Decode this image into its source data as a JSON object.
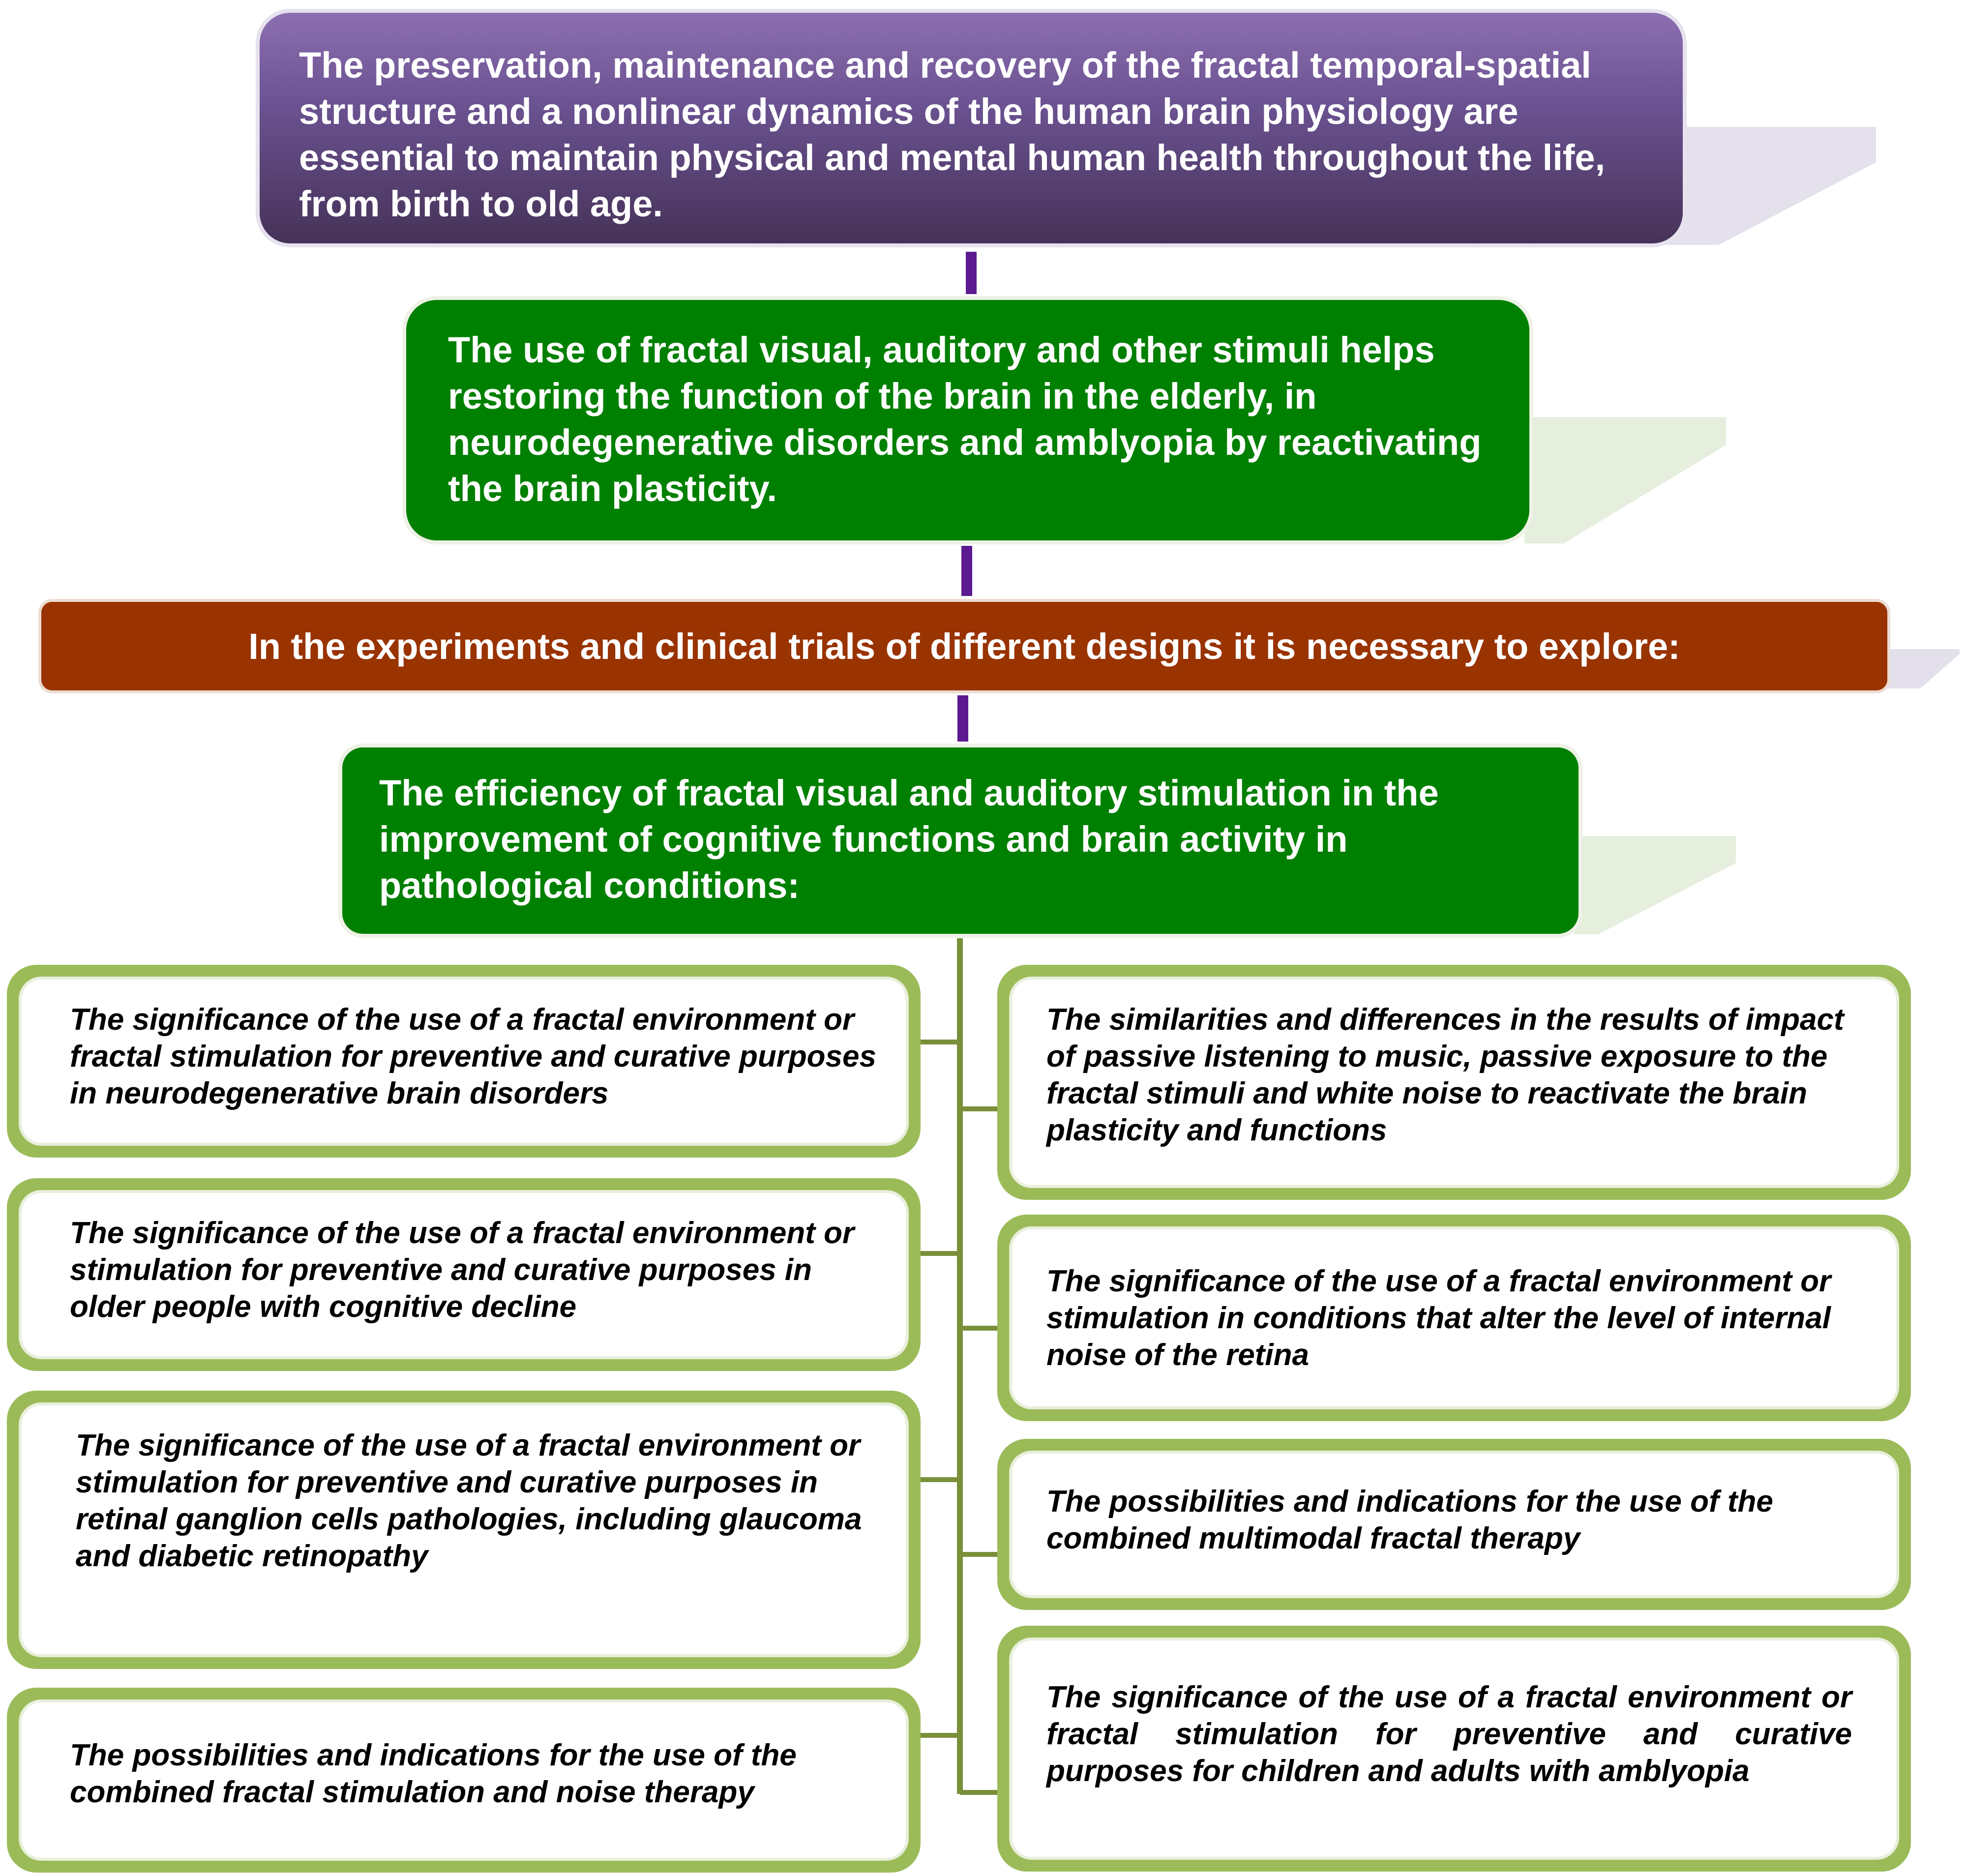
{
  "header": {
    "text": "The preservation, maintenance and recovery of the fractal temporal-spatial structure and a nonlinear dynamics of the human brain physiology are essential to maintain physical and mental human health throughout the life, from birth to old age."
  },
  "level2": {
    "text": "The use of fractal visual, auditory and other stimuli helps restoring the function of the brain in the elderly, in neurodegenerative disorders and amblyopia by reactivating the brain plasticity."
  },
  "level3": {
    "text": "In the experiments and clinical trials of different designs it is necessary to explore:"
  },
  "level4": {
    "text": "The efficiency of fractal visual and auditory stimulation in the improvement of cognitive functions and brain activity in pathological conditions:"
  },
  "left_items": [
    "The significance of the use of a fractal environment or fractal stimulation for preventive and curative purposes in neurodegenerative brain disorders",
    "The significance of the use of a fractal environment or stimulation for preventive and curative purposes in older people with cognitive decline",
    "The significance of the use of a fractal environment or stimulation for preventive and curative purposes in retinal ganglion cells pathologies, including glaucoma and diabetic retinopathy",
    "The possibilities and indications for the use of the combined fractal stimulation and noise therapy"
  ],
  "right_items": [
    "The similarities and differences in the results of impact of passive listening to music, passive exposure to the fractal stimuli and white noise to reactivate the brain plasticity and functions",
    "The significance of the use of a fractal environment or stimulation in conditions that alter the level of internal noise of the retina",
    "The possibilities and indications for the use of the combined multimodal fractal therapy",
    "The significance of the use of a fractal environment or fractal stimulation for preventive and curative purposes for children and adults with amblyopia"
  ]
}
